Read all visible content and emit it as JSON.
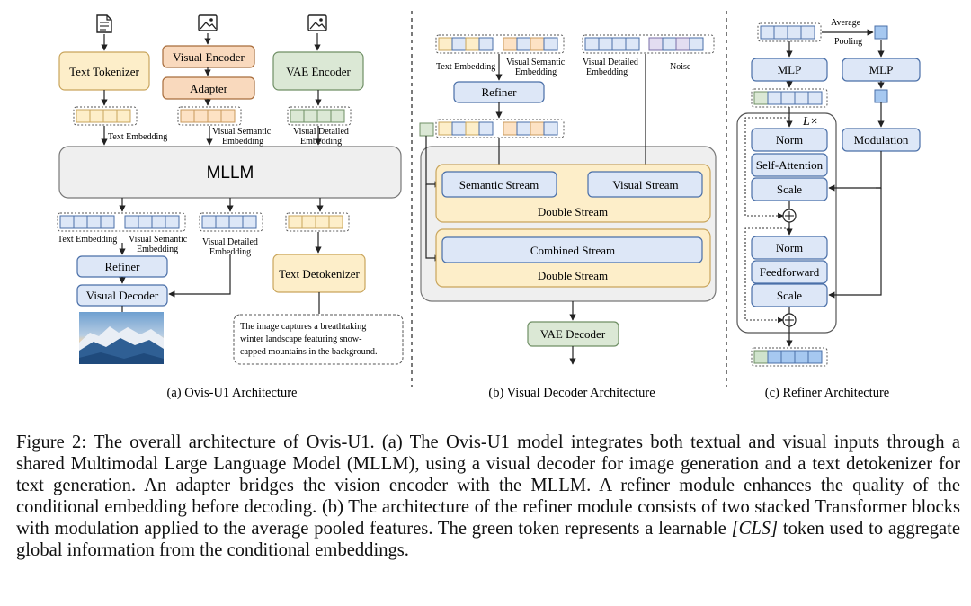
{
  "panel_a": {
    "text_tokenizer": "Text Tokenizer",
    "visual_encoder": "Visual Encoder",
    "adapter": "Adapter",
    "vae_encoder": "VAE Encoder",
    "text_embedding": "Text Embedding",
    "visual_semantic_embedding": [
      "Visual Semantic",
      "Embedding"
    ],
    "visual_detailed_embedding": [
      "Visual Detailed",
      "Embedding"
    ],
    "mllm": "MLLM",
    "out_text_embedding": "Text Embedding",
    "out_visual_semantic": [
      "Visual Semantic",
      "Embedding"
    ],
    "out_visual_detailed": [
      "Visual Detailed",
      "Embedding"
    ],
    "refiner": "Refiner",
    "visual_decoder": "Visual Decoder",
    "text_detokenizer": "Text Detokenizer",
    "generated_text": [
      "The image captures a breathtaking",
      "winter landscape featuring snow-",
      "capped mountains in the background."
    ],
    "title": "(a) Ovis-U1 Architecture"
  },
  "panel_b": {
    "text_embedding": "Text Embedding",
    "visual_semantic_embedding": [
      "Visual Semantic",
      "Embedding"
    ],
    "visual_detailed_embedding": [
      "Visual Detailed",
      "Embedding"
    ],
    "noise": "Noise",
    "refiner": "Refiner",
    "semantic_stream": "Semantic Stream",
    "visual_stream": "Visual Stream",
    "double_stream_1": "Double Stream",
    "combined_stream": "Combined Stream",
    "double_stream_2": "Double Stream",
    "vae_decoder": "VAE Decoder",
    "title": "(b) Visual Decoder Architecture"
  },
  "panel_c": {
    "average_pooling": [
      "Average",
      "Pooling"
    ],
    "mlp_left": "MLP",
    "mlp_right": "MLP",
    "lx": "L×",
    "norm_1": "Norm",
    "self_attention": "Self-Attention",
    "scale_1": "Scale",
    "norm_2": "Norm",
    "feedforward": "Feedforward",
    "scale_2": "Scale",
    "modulation": "Modulation",
    "title": "(c) Refiner Architecture"
  },
  "caption": {
    "part1": "Figure 2: The overall architecture of Ovis-U1. (a) The Ovis-U1 model integrates both textual and visual inputs through a shared Multimodal Large Language Model (MLLM), using a visual decoder for image generation and a text detokenizer for text generation. An adapter bridges the vision encoder with the MLLM. A refiner module enhances the quality of the conditional embedding before decoding. (b) The architecture of the refiner module consists of two stacked Transformer blocks with modulation applied to the average pooled features. The green token represents a learnable ",
    "cls": "[CLS]",
    "part2": " token used to aggregate global information from the conditional embeddings."
  },
  "colors": {
    "yellow_fill": "#fdeec9",
    "yellow_stroke": "#c9a55c",
    "blue_fill": "#dde7f7",
    "blue_stroke": "#4a6fa8",
    "green_fill": "#dbe8d5",
    "green_stroke": "#6f8f65",
    "orange_fill": "#f9d9bd",
    "orange_stroke": "#a86d3c",
    "gray_fill": "#efefef"
  }
}
